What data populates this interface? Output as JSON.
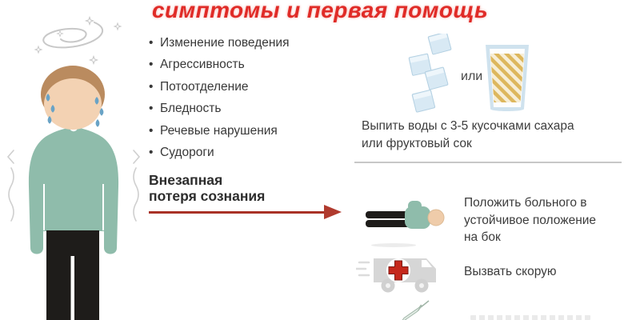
{
  "title": "симптомы и первая помощь",
  "symptoms": [
    "Изменение поведения",
    "Агрессивность",
    "Потоотделение",
    "Бледность",
    "Речевые нарушения",
    "Судороги"
  ],
  "sudden_loss": {
    "line1": "Внезапная",
    "line2": "потеря сознания"
  },
  "first_aid": {
    "or_label": "или",
    "drink": "Выпить воды с 3-5 кусочками сахара или фруктовый сок",
    "recovery_position": "Положить больного в устойчивое положение на бок",
    "call_ambulance": "Вызвать скорую"
  },
  "icons": {
    "dizziness_spiral": "spiral-with-stars",
    "sweating_person": "person-teal-sweater",
    "sugar_cubes": "four-blue-cubes",
    "juice_glass": "striped-juice-glass",
    "lying_person": "person-on-side",
    "ambulance": "van-with-red-cross",
    "syringe": "syringe-partial"
  },
  "colors": {
    "title_red": "#e02b27",
    "arrow_red": "#a93226",
    "text_dark": "#3c3c3c",
    "sweater_teal": "#8fbcab",
    "skin": "#f3d2b3",
    "hair_brown": "#ba8b5f",
    "pants_black": "#1e1c1a",
    "sweat_blue": "#69a3c6",
    "ice_blue": "#d8e9f4",
    "juice_gold": "#ddb75d",
    "icon_gray": "#d6d6d6",
    "cross_red": "#c5281c"
  }
}
